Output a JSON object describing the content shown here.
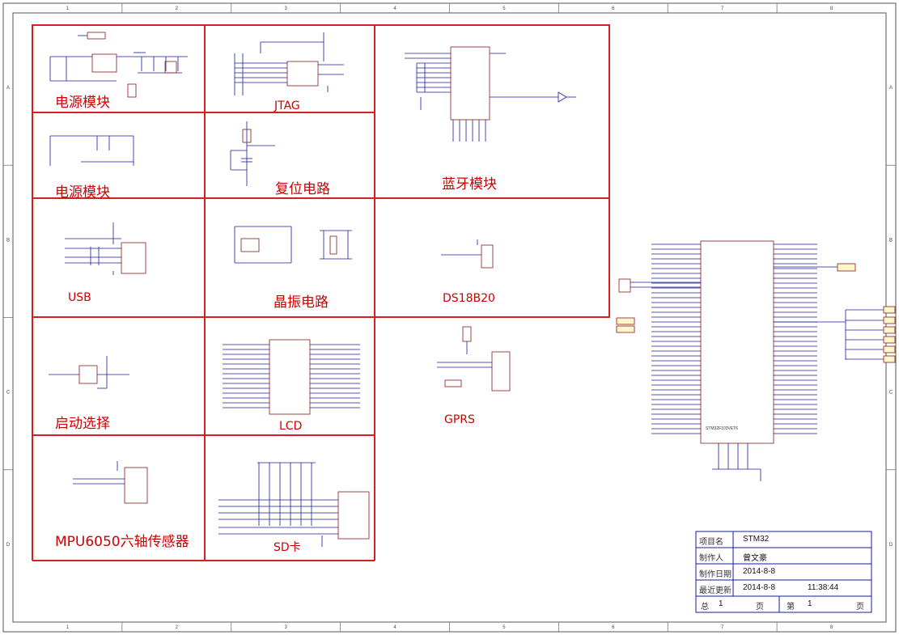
{
  "sections": {
    "power1": "电源模块",
    "jtag": "JTAG",
    "bluetooth": "蓝牙模块",
    "power2": "电源模块",
    "reset": "复位电路",
    "usb": "USB",
    "crystal": "晶振电路",
    "ds18b20": "DS18B20",
    "boot": "启动选择",
    "lcd": "LCD",
    "gprs": "GPRS",
    "mpu": "MPU6050六轴传感器",
    "sd": "SD卡"
  },
  "mcu": {
    "name": "STM32F103VET6"
  },
  "title_block": {
    "project_label": "项目名",
    "project_value": "STM32",
    "author_label": "制作人",
    "author_value": "曾文豪",
    "date_label": "制作日期",
    "date_value": "2014-8-8",
    "updated_label": "最近更新",
    "updated_date": "2014-8-8",
    "updated_time": "11:38:44",
    "total_label": "总",
    "total_value": "1",
    "page_unit": "页",
    "num_label": "第",
    "num_value": "1",
    "page_unit2": "页"
  },
  "frame": {
    "cols": [
      "1",
      "2",
      "3",
      "4",
      "5",
      "6",
      "7",
      "8"
    ],
    "rows": [
      "A",
      "B",
      "C",
      "D"
    ]
  },
  "colors": {
    "red": "#d81e1e",
    "wire": "#1a1aa0",
    "part": "#8b1a1a"
  }
}
